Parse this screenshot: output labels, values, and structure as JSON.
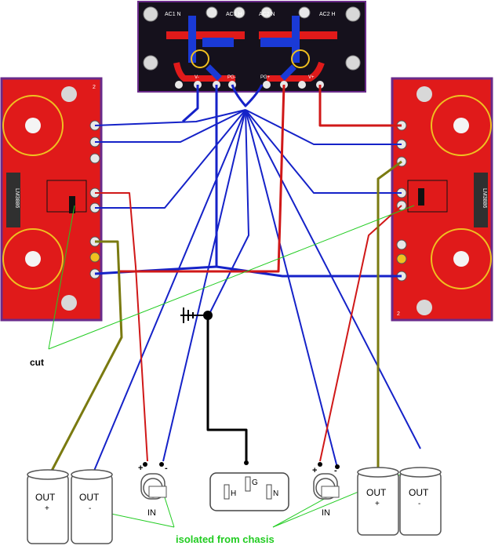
{
  "psu_board": {
    "labels": [
      "AC1 N",
      "AC1 H",
      "AC2 N",
      "AC2 H",
      "PG-",
      "PG+",
      "V-",
      "V+"
    ],
    "colors": {
      "board": "#111111",
      "trace_red": "#e01a1a",
      "trace_blue": "#1a3ad6",
      "pad": "#f0c020"
    }
  },
  "amp_left": {
    "label": "LM3886",
    "corner": "2"
  },
  "amp_right": {
    "label": "LM3886",
    "corner": "2"
  },
  "annotations": {
    "cut": "cut",
    "isolated": "isolated from chasis"
  },
  "connectors": {
    "out_plus_label": "OUT",
    "out_plus_sign": "+",
    "out_minus_label": "OUT",
    "out_minus_sign": "-",
    "in_label": "IN",
    "in_plus": "+",
    "in_minus": "-",
    "iec_h": "H",
    "iec_g": "G",
    "iec_n": "N"
  },
  "wire_colors": {
    "blue": "#1522c8",
    "red": "#d01818",
    "olive": "#7a7a10",
    "black": "#000000",
    "green": "#22cc22"
  }
}
